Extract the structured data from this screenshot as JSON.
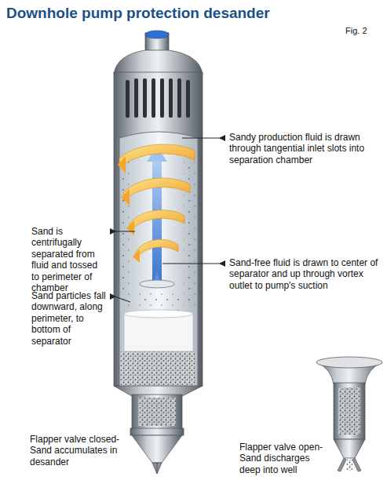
{
  "diagram": {
    "title": "Downhole pump protection desander",
    "labels": [
      "Fig. 2",
      "Sandy production fluid is drawn through tangential inlet slots into separation chamber",
      "Sand is centrifugally separated from fluid and tossed to perimeter of chamber",
      "Sand-free fluid is drawn to center of separator and up through vortex outlet to pump's suction",
      "Sand particles fall downward, along perimeter, to bottom of separator",
      "Flapper valve closed- Sand accumulates in desander",
      "Flapper valve open- Sand discharges deep into well"
    ]
  }
}
